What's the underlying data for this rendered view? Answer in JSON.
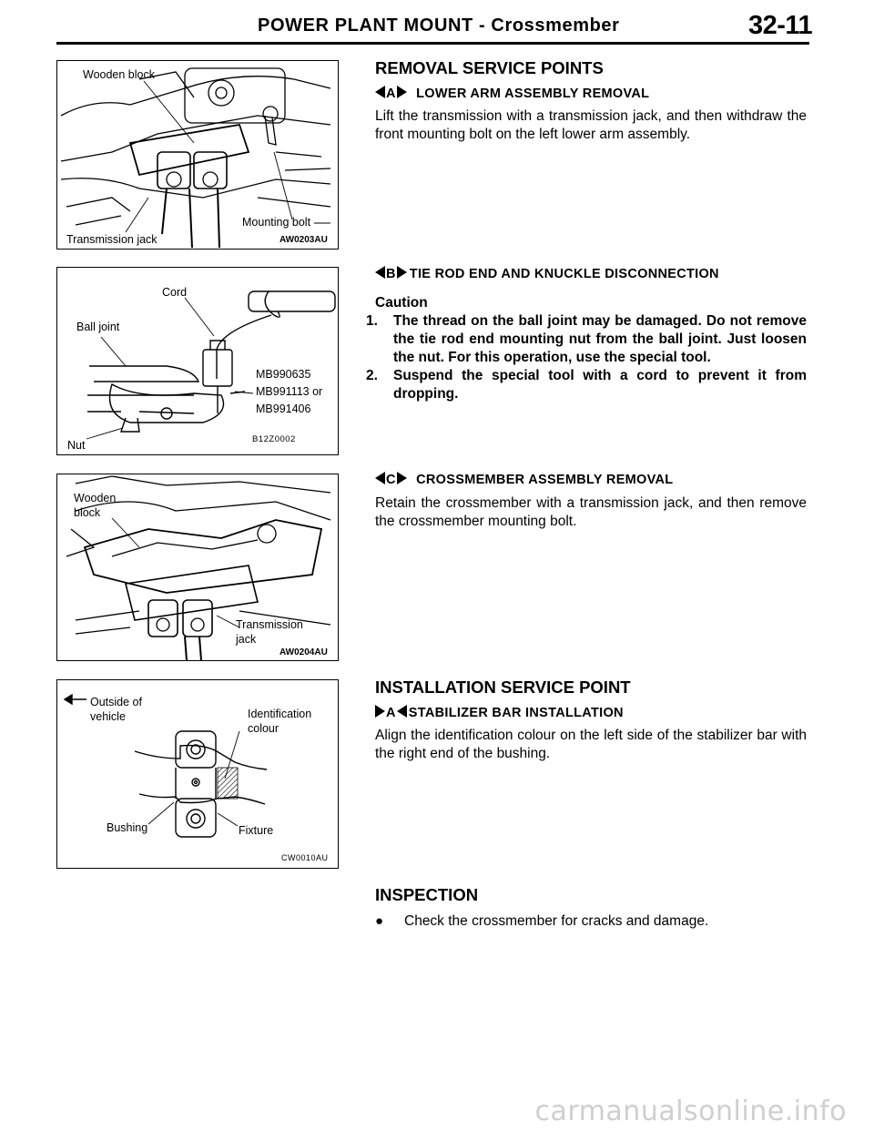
{
  "header": {
    "title": "POWER PLANT MOUNT - Crossmember",
    "page_number": "32-11"
  },
  "figures": [
    {
      "code": "AW0203AU",
      "labels": [
        "Wooden block",
        "Mounting bolt",
        "Transmission jack"
      ]
    },
    {
      "code": "B12Z0002",
      "labels": [
        "Cord",
        "Ball joint",
        "MB990635",
        "MB991113 or",
        "MB991406",
        "Nut"
      ]
    },
    {
      "code": "AW0204AU",
      "labels": [
        "Wooden",
        "block",
        "Transmission",
        "jack"
      ]
    },
    {
      "code": "CW0010AU",
      "labels": [
        "Outside of",
        "vehicle",
        "Identification",
        "colour",
        "Bushing",
        "Fixture"
      ]
    }
  ],
  "removal": {
    "heading": "REMOVAL SERVICE POINTS",
    "a": {
      "tag": "A",
      "title": "LOWER ARM ASSEMBLY REMOVAL",
      "text": "Lift the transmission with a transmission jack, and then withdraw the front mounting bolt on the left lower arm assembly."
    },
    "b": {
      "tag": "B",
      "title": "TIE ROD END AND KNUCKLE DISCONNECTION",
      "caution_title": "Caution",
      "items": [
        {
          "num": "1.",
          "text": "The thread on the ball joint may be damaged. Do not remove the tie rod end mounting nut from the ball joint. Just loosen the nut. For this operation, use the special tool."
        },
        {
          "num": "2.",
          "text": "Suspend the special tool with a cord to prevent it from dropping."
        }
      ]
    },
    "c": {
      "tag": "C",
      "title": "CROSSMEMBER ASSEMBLY REMOVAL",
      "text": "Retain the crossmember with a transmission jack, and then remove the crossmember mounting bolt."
    }
  },
  "installation": {
    "heading": "INSTALLATION SERVICE POINT",
    "a": {
      "tag": "A",
      "title": "STABILIZER BAR INSTALLATION",
      "text": "Align the identification colour on the left side of the stabilizer bar with the right end of the bushing."
    }
  },
  "inspection": {
    "heading": "INSPECTION",
    "bullet": "●",
    "item": "Check the crossmember for cracks and damage."
  },
  "watermark": "carmanualsonline.info"
}
